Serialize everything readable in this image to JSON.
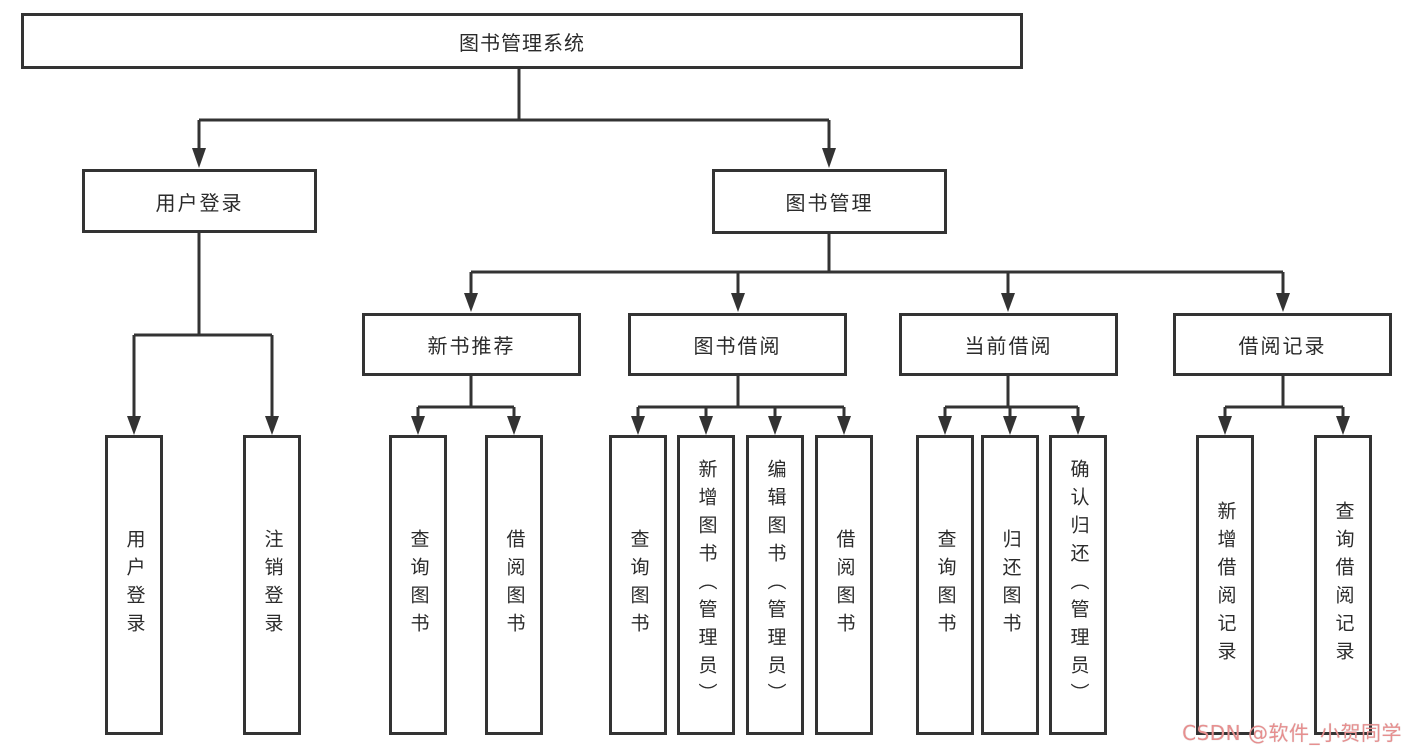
{
  "tree": {
    "root": {
      "label": "图书管理系统",
      "children": [
        {
          "label": "用户登录",
          "children": [
            {
              "label": "用户登录"
            },
            {
              "label": "注销登录"
            }
          ]
        },
        {
          "label": "图书管理",
          "children": [
            {
              "label": "新书推荐",
              "children": [
                {
                  "label": "查询图书"
                },
                {
                  "label": "借阅图书"
                }
              ]
            },
            {
              "label": "图书借阅",
              "children": [
                {
                  "label": "查询图书"
                },
                {
                  "label": "新增图书（管理员）"
                },
                {
                  "label": "编辑图书（管理员）"
                },
                {
                  "label": "借阅图书"
                }
              ]
            },
            {
              "label": "当前借阅",
              "children": [
                {
                  "label": "查询图书"
                },
                {
                  "label": "归还图书"
                },
                {
                  "label": "确认归还（管理员）"
                }
              ]
            },
            {
              "label": "借阅记录",
              "children": [
                {
                  "label": "新增借阅记录"
                },
                {
                  "label": "查询借阅记录"
                }
              ]
            }
          ]
        }
      ]
    }
  },
  "watermark": {
    "text": "CSDN @软件_小贺同学"
  },
  "colors": {
    "line": "#333333",
    "text": "#2b2b2b",
    "watermark": "#e78f8f"
  }
}
